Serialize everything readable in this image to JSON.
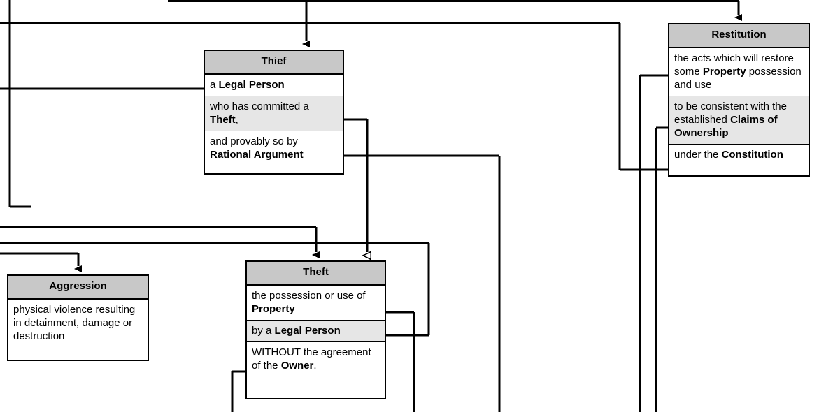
{
  "diagram": {
    "type": "concept-definition-diagram",
    "background": "#ffffff",
    "header_fill": "#c8c8c8",
    "alt_row_fill": "#e6e6e6",
    "line_color": "#000000",
    "nodes": [
      {
        "id": "thief",
        "title": "Thief",
        "rows": [
          {
            "parts": [
              {
                "t": "a ",
                "b": false
              },
              {
                "t": "Legal Person",
                "b": true
              }
            ],
            "alt": false
          },
          {
            "parts": [
              {
                "t": "who has committed a ",
                "b": false
              },
              {
                "t": "Theft",
                "b": true
              },
              {
                "t": ",",
                "b": false
              }
            ],
            "alt": true
          },
          {
            "parts": [
              {
                "t": "and provably so by ",
                "b": false
              },
              {
                "t": "Rational Argument",
                "b": true
              }
            ],
            "alt": false
          }
        ]
      },
      {
        "id": "restitution",
        "title": "Restitution",
        "rows": [
          {
            "parts": [
              {
                "t": "the acts which will restore some ",
                "b": false
              },
              {
                "t": "Property",
                "b": true
              },
              {
                "t": " possession and use",
                "b": false
              }
            ],
            "alt": false
          },
          {
            "parts": [
              {
                "t": "to be consistent with the established ",
                "b": false
              },
              {
                "t": "Claims of Ownership",
                "b": true
              }
            ],
            "alt": true
          },
          {
            "parts": [
              {
                "t": "under the ",
                "b": false
              },
              {
                "t": "Constitution",
                "b": true
              }
            ],
            "alt": false
          }
        ]
      },
      {
        "id": "theft",
        "title": "Theft",
        "rows": [
          {
            "parts": [
              {
                "t": "the possession or use of ",
                "b": false
              },
              {
                "t": "Property",
                "b": true
              }
            ],
            "alt": false
          },
          {
            "parts": [
              {
                "t": "by a ",
                "b": false
              },
              {
                "t": "Legal Person",
                "b": true
              }
            ],
            "alt": true
          },
          {
            "parts": [
              {
                "t": "WITHOUT the agreement of the ",
                "b": false
              },
              {
                "t": "Owner",
                "b": true
              },
              {
                "t": ".",
                "b": false
              }
            ],
            "alt": false
          }
        ]
      },
      {
        "id": "aggression",
        "title": "Aggression",
        "rows": [
          {
            "parts": [
              {
                "t": "physical violence resulting in detainment, damage or destruction",
                "b": false
              }
            ],
            "alt": false
          }
        ]
      }
    ],
    "arrows": [
      {
        "name": "arrow-into-thief",
        "style": "filled",
        "target": "thief"
      },
      {
        "name": "arrow-into-restitution",
        "style": "filled",
        "target": "restitution"
      },
      {
        "name": "arrow-into-theft-left",
        "style": "filled",
        "target": "theft"
      },
      {
        "name": "arrow-into-theft-right",
        "style": "hollow",
        "target": "theft"
      },
      {
        "name": "arrow-into-aggression",
        "style": "filled",
        "target": "aggression"
      }
    ]
  }
}
